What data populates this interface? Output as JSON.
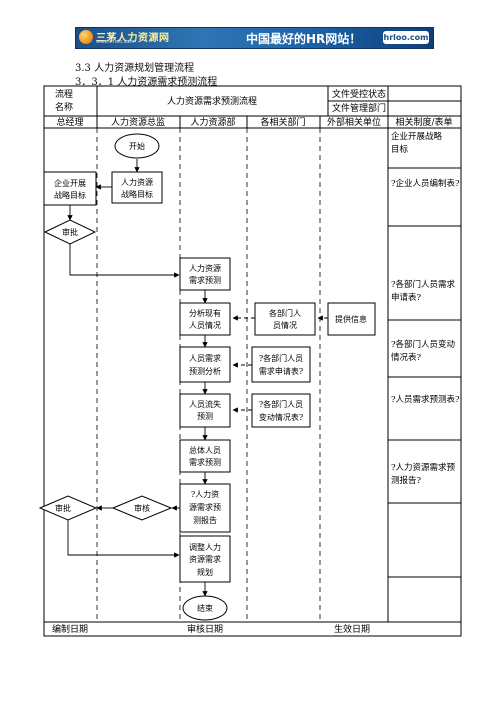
{
  "banner": {
    "logo_name": "三茅人力资源网",
    "logo_url": "www.hrloo.com",
    "slogan": "中国最好的HR网站！",
    "badge": "hrloo.com"
  },
  "heading": "3.3 人力资源规划管理流程",
  "subheading": "3．3．1 人力资源需求预测流程",
  "header": {
    "flow_name_label_1": "流程",
    "flow_name_label_2": "名称",
    "flow_name": "人力资源需求预测流程",
    "doc_status_label": "文件受控状态",
    "doc_dept_label": "文件管理部门"
  },
  "columns": [
    "总经理",
    "人力资源总监",
    "人力资源部",
    "各相关部门",
    "外部相关单位",
    "相关制度/表单"
  ],
  "nodes": {
    "start": "开始",
    "ceo_goal": [
      "企业开展",
      "战略目标"
    ],
    "hr_goal": [
      "人力资源",
      "战略目标"
    ],
    "approve1": "审批",
    "hr_demand_forecast": [
      "人力资源",
      "需求预测"
    ],
    "analyze_staff": [
      "分析现有",
      "人员情况"
    ],
    "dept_staff": [
      "各部门人",
      "员情况"
    ],
    "provide_info": "提供信息",
    "demand_analysis": [
      "人员需求",
      "预测分析"
    ],
    "dept_demand_form": [
      "?各部门人员",
      "需求申请表?"
    ],
    "turnover_forecast": [
      "人员流失",
      "预测"
    ],
    "dept_change_form": [
      "?各部门人员",
      "变动情况表?"
    ],
    "total_demand": [
      "总体人员",
      "需求预测"
    ],
    "report": [
      "?人力资",
      "源需求预",
      "测报告"
    ],
    "review": "审核",
    "approve2": "审批",
    "adjust_plan": [
      "调整人力",
      "资源需求",
      "规划"
    ],
    "end": "结束"
  },
  "forms": [
    [
      "企业开展战略",
      "目标"
    ],
    [
      "?企业人员编制表?"
    ],
    [
      "?各部门人员需求",
      "申请表?"
    ],
    [
      "?各部门人员变动",
      "情况表?"
    ],
    [
      "?人员需求预测表?"
    ],
    [
      "?人力资源需求预",
      "测报告?"
    ]
  ],
  "footer": {
    "prepared_date": "编制日期",
    "review_date": "审核日期",
    "effective_date": "生效日期"
  }
}
